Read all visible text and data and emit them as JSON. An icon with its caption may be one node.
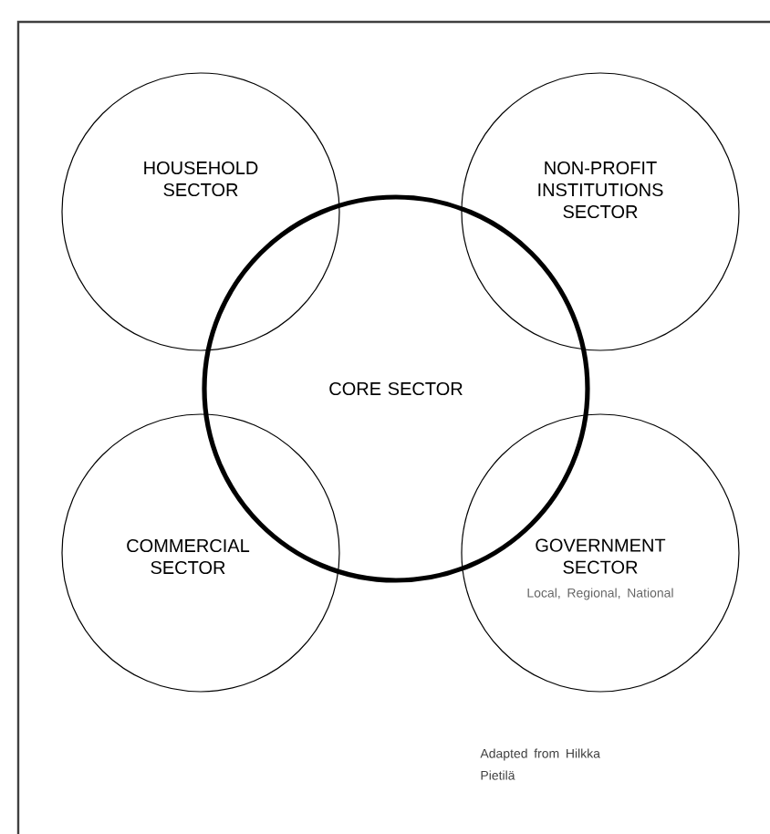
{
  "diagram": {
    "nodes": [
      {
        "text": [
          "HOUSEHOLD SECTOR"
        ]
      },
      {
        "text": [
          "NON-PROFIT INSTITUTIONS SECTOR"
        ]
      },
      {
        "text": [
          "CORE SECTOR"
        ]
      },
      {
        "text": [
          "COMMERCIAL SECTOR"
        ]
      },
      {
        "text": [
          "GOVERNMENT SECTOR",
          "Local, Regional, National"
        ]
      }
    ],
    "labels": [
      "Adapted from Hilkka Pietilä"
    ]
  }
}
